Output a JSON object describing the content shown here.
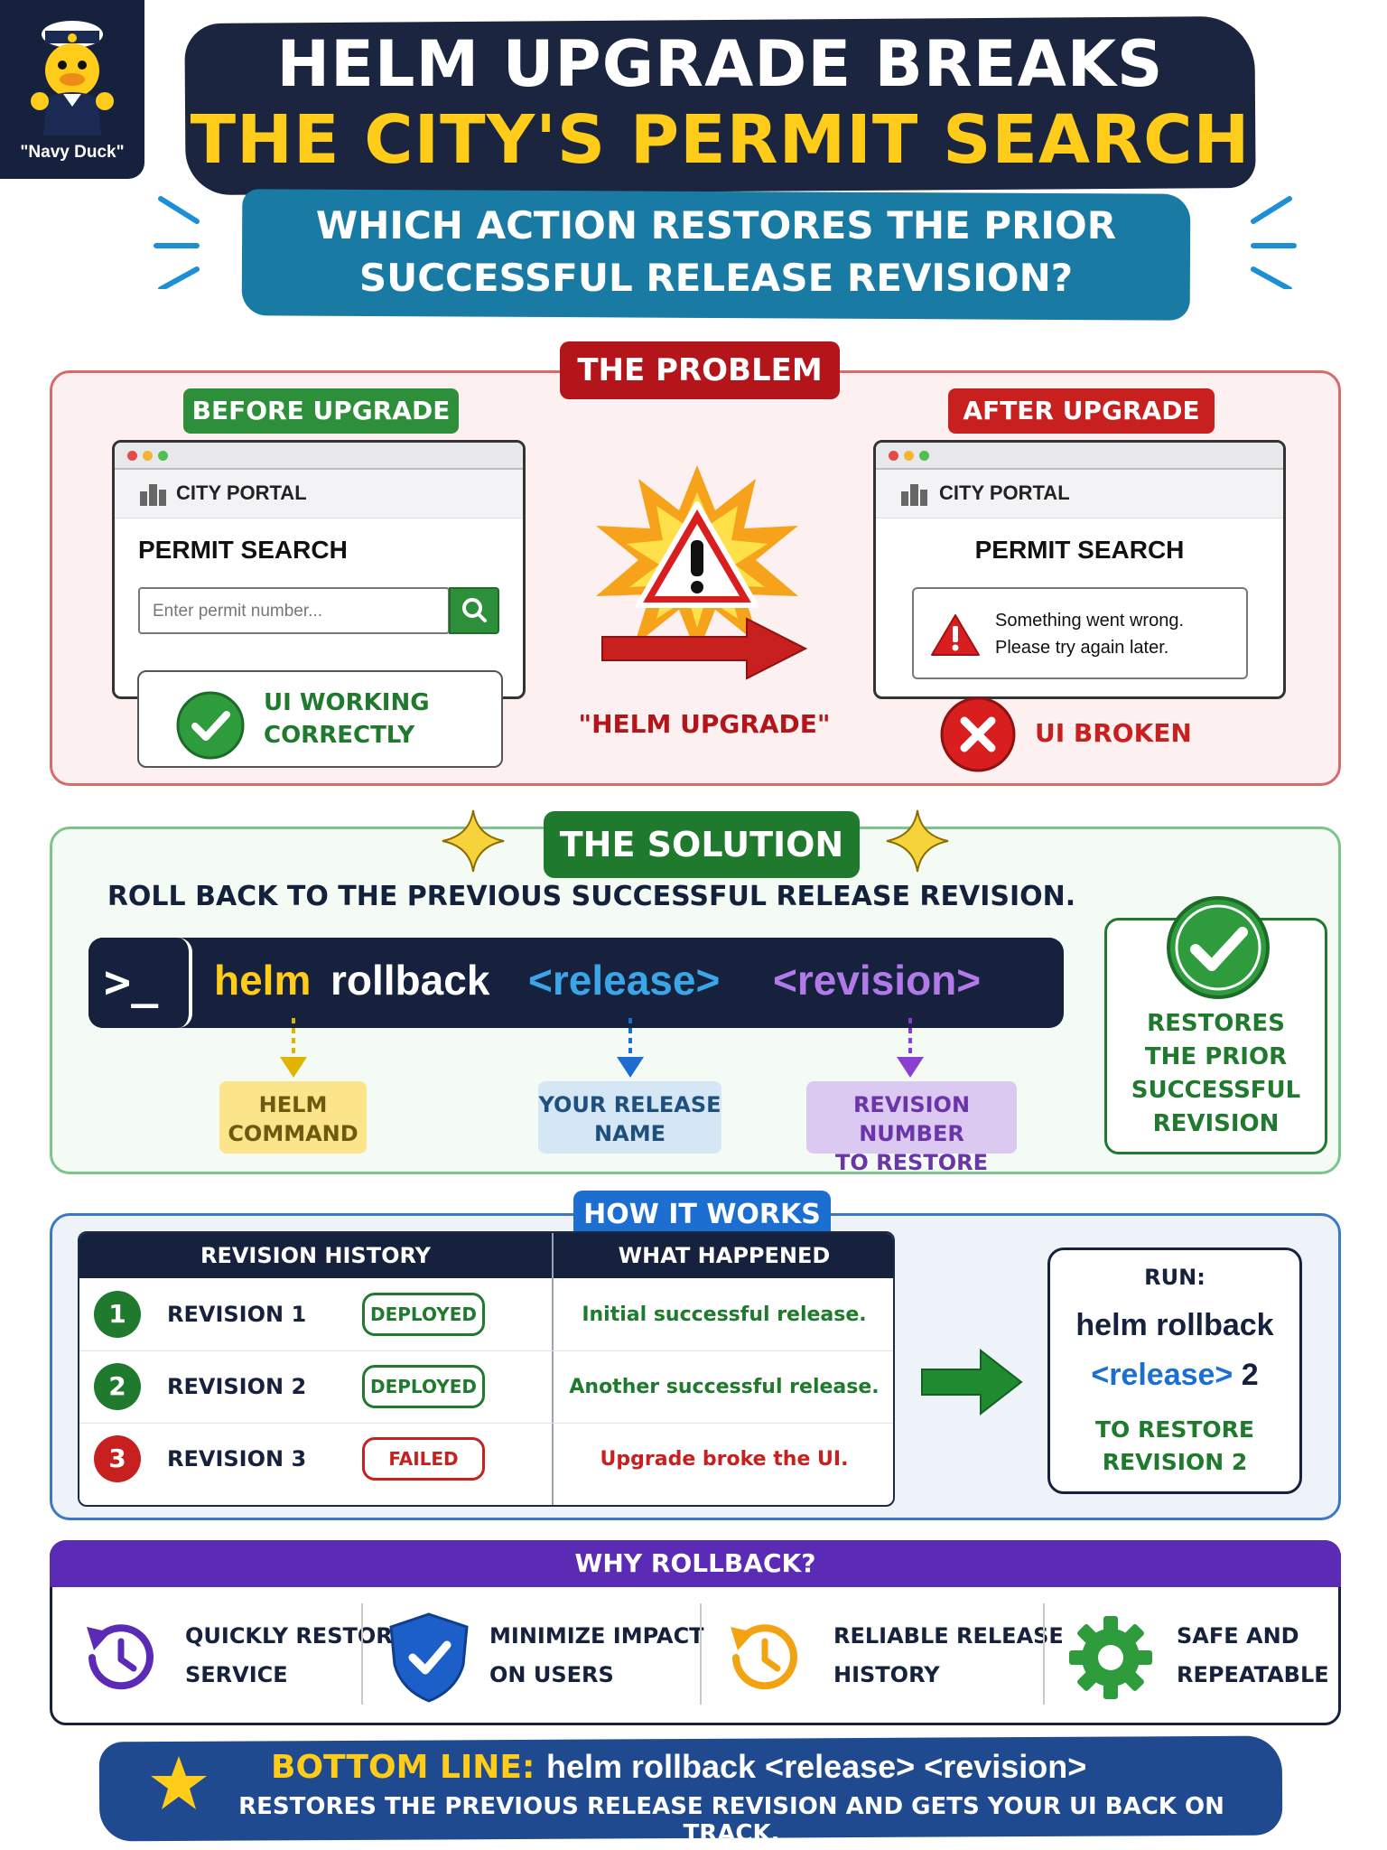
{
  "header": {
    "logo_label": "\"Navy Duck\"",
    "title_line1": "HELM UPGRADE BREAKS",
    "title_line2": "THE CITY'S PERMIT SEARCH UI.",
    "question_line1": "WHICH ACTION RESTORES THE PRIOR",
    "question_line2": "SUCCESSFUL RELEASE REVISION?"
  },
  "problem": {
    "title": "THE PROBLEM",
    "before": {
      "label": "BEFORE UPGRADE",
      "portal": "CITY PORTAL",
      "page_title": "PERMIT SEARCH",
      "search_placeholder": "Enter permit number...",
      "status_line1": "UI WORKING",
      "status_line2": "CORRECTLY"
    },
    "action_label": "\"HELM UPGRADE\"",
    "after": {
      "label": "AFTER UPGRADE",
      "portal": "CITY PORTAL",
      "page_title": "PERMIT SEARCH",
      "error_line1": "Something went wrong.",
      "error_line2": "Please try again later.",
      "status": "UI BROKEN"
    }
  },
  "solution": {
    "title": "THE SOLUTION",
    "description": "ROLL BACK TO THE PREVIOUS SUCCESSFUL RELEASE REVISION.",
    "prompt": ">_",
    "command": {
      "helm": "helm",
      "rollback": "rollback",
      "release": "<release>",
      "revision": "<revision>"
    },
    "tags": {
      "helm_line1": "HELM",
      "helm_line2": "COMMAND",
      "release_line1": "YOUR RELEASE",
      "release_line2": "NAME",
      "revision_line1": "REVISION NUMBER",
      "revision_line2": "TO RESTORE"
    },
    "result": [
      "RESTORES",
      "THE PRIOR",
      "SUCCESSFUL",
      "REVISION"
    ]
  },
  "how_it_works": {
    "title": "HOW IT WORKS",
    "col_history": "REVISION HISTORY",
    "col_happened": "WHAT HAPPENED",
    "rows": [
      {
        "num": "1",
        "revision": "REVISION 1",
        "status": "DEPLOYED",
        "happened": "Initial successful release."
      },
      {
        "num": "2",
        "revision": "REVISION 2",
        "status": "DEPLOYED",
        "happened": "Another successful release."
      },
      {
        "num": "3",
        "revision": "REVISION 3",
        "status": "FAILED",
        "happened": "Upgrade broke the UI."
      }
    ],
    "run": {
      "label": "RUN:",
      "line1": "helm rollback",
      "release": "<release>",
      "revision": "2",
      "foot1": "TO RESTORE",
      "foot2": "REVISION 2"
    }
  },
  "why": {
    "title": "WHY ROLLBACK?",
    "items": [
      {
        "line1": "QUICKLY RESTORE",
        "line2": "SERVICE",
        "icon": "restore-clock-icon"
      },
      {
        "line1": "MINIMIZE IMPACT",
        "line2": "ON USERS",
        "icon": "shield-check-icon"
      },
      {
        "line1": "RELIABLE RELEASE",
        "line2": "HISTORY",
        "icon": "history-clock-icon"
      },
      {
        "line1": "SAFE AND",
        "line2": "REPEATABLE",
        "icon": "gear-icon"
      }
    ]
  },
  "bottom": {
    "label": "BOTTOM LINE:",
    "command": "helm rollback <release> <revision>",
    "subline": "RESTORES THE PREVIOUS RELEASE REVISION AND GETS YOUR UI BACK ON TRACK."
  },
  "colors": {
    "navy": "#16213e",
    "yellow": "#ffcc19",
    "problem_red": "#b3151a",
    "solution_green": "#1f7a2e",
    "how_blue": "#1c6fd0",
    "why_purple": "#5b2bb5",
    "release_blue": "#1c8fd6",
    "revision_purple": "#9b59d6"
  }
}
